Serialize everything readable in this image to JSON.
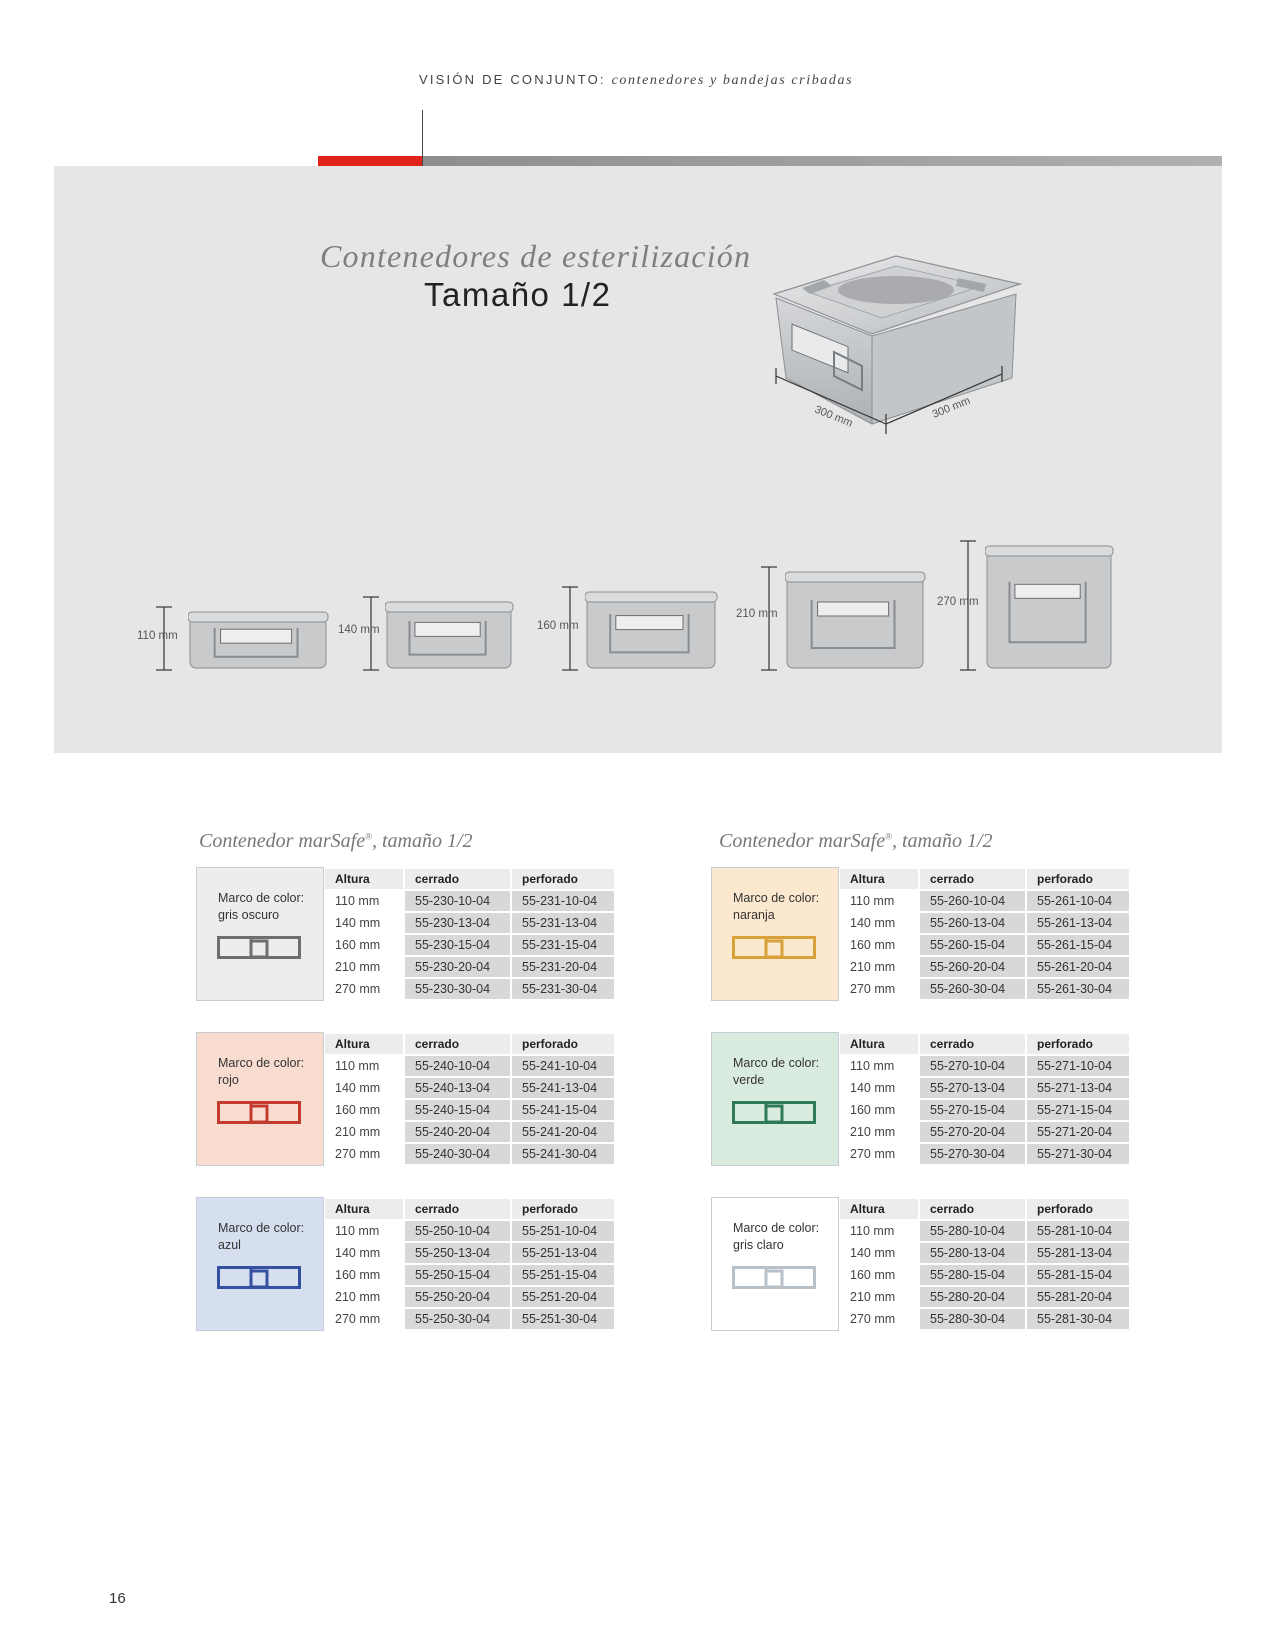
{
  "header": {
    "section_label": "VISIÓN DE CONJUNTO:",
    "section_topic": "contenedores y bandejas cribadas"
  },
  "hero": {
    "title": "Contenedores de esterilización",
    "subtitle": "Tamaño 1/2",
    "dimension_left": "300 mm",
    "dimension_right": "300 mm",
    "heights": [
      "110 mm",
      "140 mm",
      "160 mm",
      "210 mm",
      "270 mm"
    ]
  },
  "sections": {
    "left_title": "Contenedor marSafe",
    "left_title_suffix": ", tamaño 1/2",
    "right_title": "Contenedor marSafe",
    "right_title_suffix": ", tamaño 1/2",
    "registered_mark": "®"
  },
  "table_headers": {
    "altura": "Altura",
    "cerrado": "cerrado",
    "perforado": "perforado"
  },
  "tables": [
    {
      "label_line1": "Marco de color:",
      "label_line2": "gris oscuro",
      "swatch_color": "#eeecec",
      "frame_color": "#6d6e70",
      "rows": [
        [
          "110 mm",
          "55-230-10-04",
          "55-231-10-04"
        ],
        [
          "140 mm",
          "55-230-13-04",
          "55-231-13-04"
        ],
        [
          "160 mm",
          "55-230-15-04",
          "55-231-15-04"
        ],
        [
          "210 mm",
          "55-230-20-04",
          "55-231-20-04"
        ],
        [
          "270 mm",
          "55-230-30-04",
          "55-231-30-04"
        ]
      ]
    },
    {
      "label_line1": "Marco de color:",
      "label_line2": "naranja",
      "swatch_color": "#fbe8cf",
      "frame_color": "#d9a13a",
      "rows": [
        [
          "110 mm",
          "55-260-10-04",
          "55-261-10-04"
        ],
        [
          "140 mm",
          "55-260-13-04",
          "55-261-13-04"
        ],
        [
          "160 mm",
          "55-260-15-04",
          "55-261-15-04"
        ],
        [
          "210 mm",
          "55-260-20-04",
          "55-261-20-04"
        ],
        [
          "270 mm",
          "55-260-30-04",
          "55-261-30-04"
        ]
      ]
    },
    {
      "label_line1": "Marco de color:",
      "label_line2": "rojo",
      "swatch_color": "#f9dcd0",
      "frame_color": "#c23b2e",
      "rows": [
        [
          "110 mm",
          "55-240-10-04",
          "55-241-10-04"
        ],
        [
          "140 mm",
          "55-240-13-04",
          "55-241-13-04"
        ],
        [
          "160 mm",
          "55-240-15-04",
          "55-241-15-04"
        ],
        [
          "210 mm",
          "55-240-20-04",
          "55-241-20-04"
        ],
        [
          "270 mm",
          "55-240-30-04",
          "55-241-30-04"
        ]
      ]
    },
    {
      "label_line1": "Marco de color:",
      "label_line2": "verde",
      "swatch_color": "#d9eade",
      "frame_color": "#2e7a56",
      "rows": [
        [
          "110 mm",
          "55-270-10-04",
          "55-271-10-04"
        ],
        [
          "140 mm",
          "55-270-13-04",
          "55-271-13-04"
        ],
        [
          "160 mm",
          "55-270-15-04",
          "55-271-15-04"
        ],
        [
          "210 mm",
          "55-270-20-04",
          "55-271-20-04"
        ],
        [
          "270 mm",
          "55-270-30-04",
          "55-271-30-04"
        ]
      ]
    },
    {
      "label_line1": "Marco de color:",
      "label_line2": "azul",
      "swatch_color": "#d6dff0",
      "frame_color": "#3450a0",
      "rows": [
        [
          "110 mm",
          "55-250-10-04",
          "55-251-10-04"
        ],
        [
          "140 mm",
          "55-250-13-04",
          "55-251-13-04"
        ],
        [
          "160 mm",
          "55-250-15-04",
          "55-251-15-04"
        ],
        [
          "210 mm",
          "55-250-20-04",
          "55-251-20-04"
        ],
        [
          "270 mm",
          "55-250-30-04",
          "55-251-30-04"
        ]
      ]
    },
    {
      "label_line1": "Marco de color:",
      "label_line2": "gris claro",
      "swatch_color": "#ffffff",
      "frame_color": "#b9c1c8",
      "rows": [
        [
          "110 mm",
          "55-280-10-04",
          "55-281-10-04"
        ],
        [
          "140 mm",
          "55-280-13-04",
          "55-281-13-04"
        ],
        [
          "160 mm",
          "55-280-15-04",
          "55-281-15-04"
        ],
        [
          "210 mm",
          "55-280-20-04",
          "55-281-20-04"
        ],
        [
          "270 mm",
          "55-280-30-04",
          "55-281-30-04"
        ]
      ]
    }
  ],
  "footer": {
    "page_number": "16"
  }
}
